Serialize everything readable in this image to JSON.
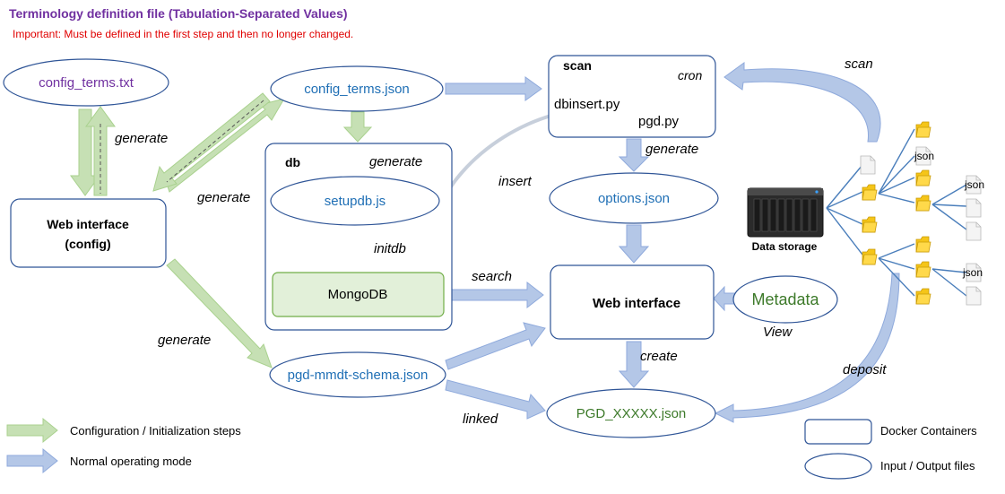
{
  "header": {
    "title": "Terminology definition file (Tabulation-Separated Values)",
    "subtitle": "Important: Must be defined in the first step and then no longer changed."
  },
  "colors": {
    "title": "#7030a0",
    "warning": "#e00000",
    "blue_text": "#1f6fb5",
    "green_text": "#3d7a2a",
    "purple_text": "#7030a0",
    "green_arrow": "#c6e0b4",
    "green_arrow_stroke": "#a9d18e",
    "blue_arrow": "#b4c7e7",
    "blue_arrow_stroke": "#8faadc",
    "box_stroke": "#2f5597",
    "mongodb_fill": "#e2f0d9",
    "mongodb_stroke": "#70ad47",
    "tree_line": "#4a7ebb",
    "folder": "#f5c518"
  },
  "nodes": {
    "config_terms_txt": "config_terms.txt",
    "config_terms_json": "config_terms.json",
    "setupdb_js": "setupdb.js",
    "options_json": "options.json",
    "pgd_schema": "pgd-mmdt-schema.json",
    "pgd_xxxxx": "PGD_XXXXX.json",
    "metadata": "Metadata",
    "web_config_line1": "Web interface",
    "web_config_line2": "(config)",
    "web_interface": "Web interface",
    "mongodb": "MongoDB",
    "db_label": "db",
    "scan_label": "scan",
    "cron": "cron",
    "dbinsert": "dbinsert.py",
    "pgd_py": "pgd.py",
    "data_storage": "Data storage"
  },
  "edge_labels": {
    "generate_1": "generate",
    "generate_2": "generate",
    "generate_3": "generate",
    "generate_4": "generate",
    "generate_5": "generate",
    "initdb": "initdb",
    "insert": "insert",
    "search": "search",
    "scan": "scan",
    "create": "create",
    "view": "View",
    "linked": "linked",
    "deposit": "deposit"
  },
  "tree_labels": {
    "json_1": "json",
    "json_2": "json",
    "json_3": "json"
  },
  "legend": {
    "green_arrow": "Configuration / Initialization steps",
    "blue_arrow": "Normal operating mode",
    "box": "Docker Containers",
    "ellipse": "Input / Output files"
  }
}
